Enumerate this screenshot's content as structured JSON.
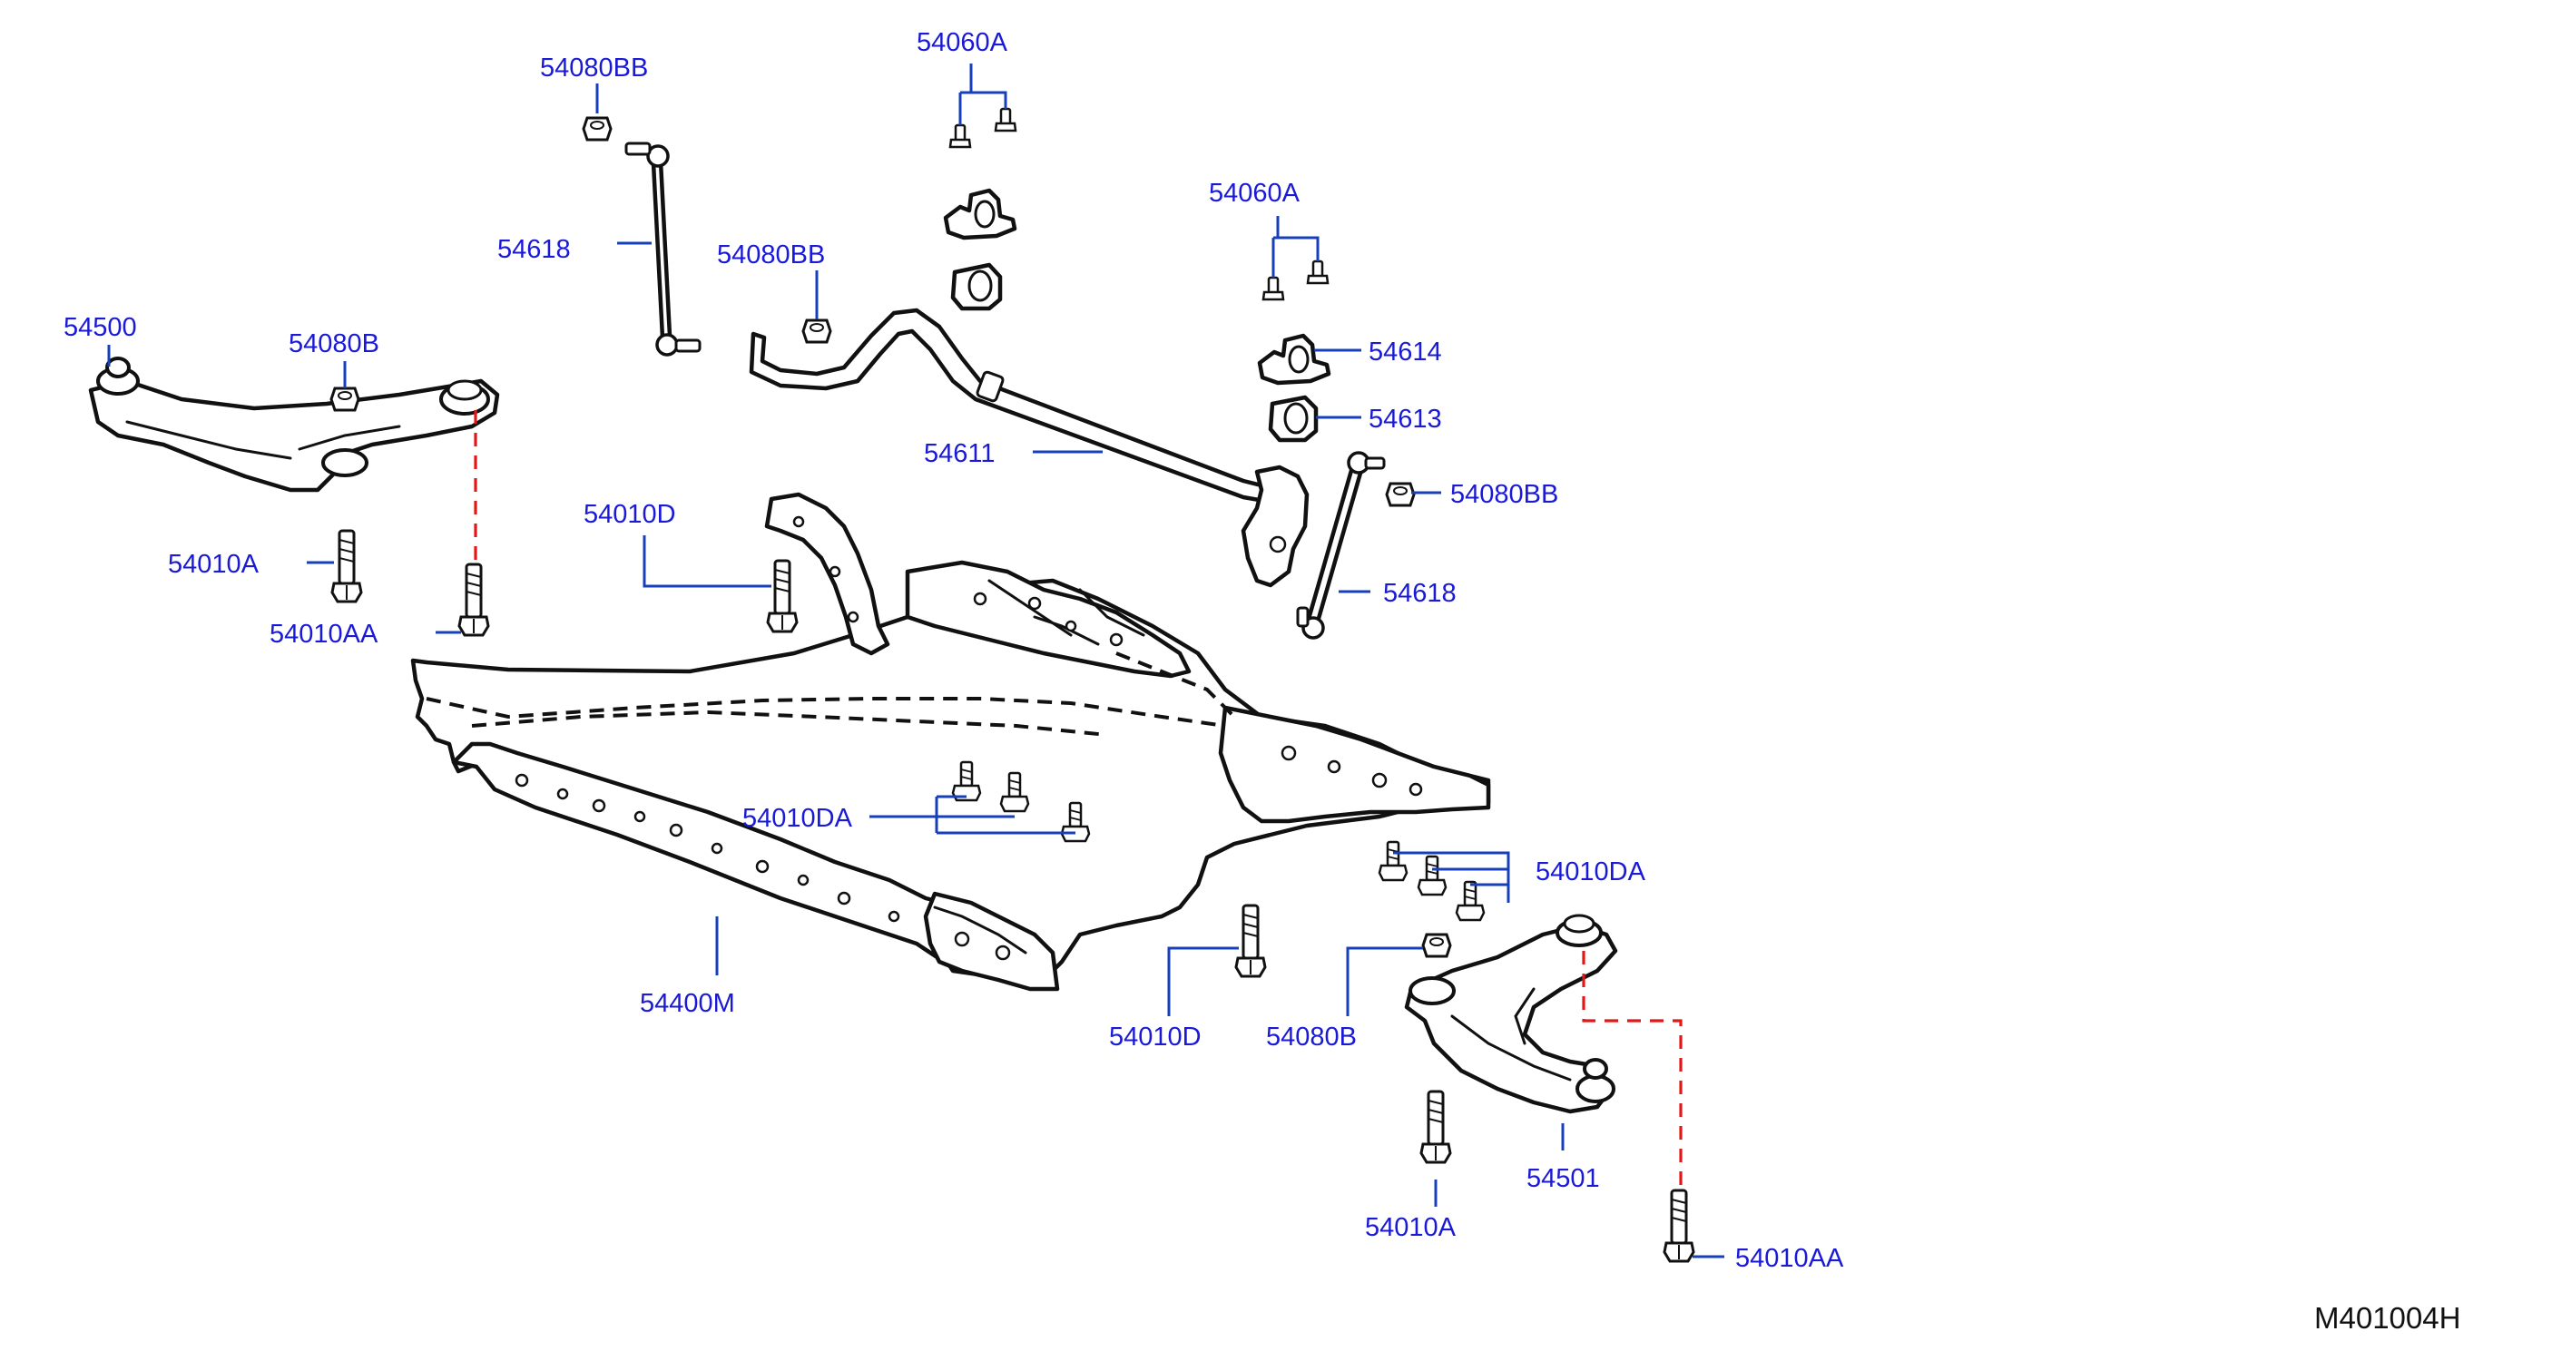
{
  "diagram_code": "M401004H",
  "colors": {
    "label": "#1a1ad6",
    "leader": "#1740b8",
    "dashed_link": "#e01818",
    "outline": "#111111"
  },
  "labels": {
    "l54080BB_top": "54080BB",
    "l54060A_top": "54060A",
    "l54618_top": "54618",
    "l54080BB_mid": "54080BB",
    "l54060A_right": "54060A",
    "l54500": "54500",
    "l54080B_left": "54080B",
    "l54614": "54614",
    "l54613": "54613",
    "l54611": "54611",
    "l54080BB_right": "54080BB",
    "l54010D_top": "54010D",
    "l54618_right": "54618",
    "l54010A_left": "54010A",
    "l54010AA_left": "54010AA",
    "l54010DA_center": "54010DA",
    "l54010DA_right": "54010DA",
    "l54400M": "54400M",
    "l54010D_bottom": "54010D",
    "l54080B_bottom": "54080B",
    "l54501": "54501",
    "l54010A_bottom": "54010A",
    "l54010AA_bottom": "54010AA"
  }
}
